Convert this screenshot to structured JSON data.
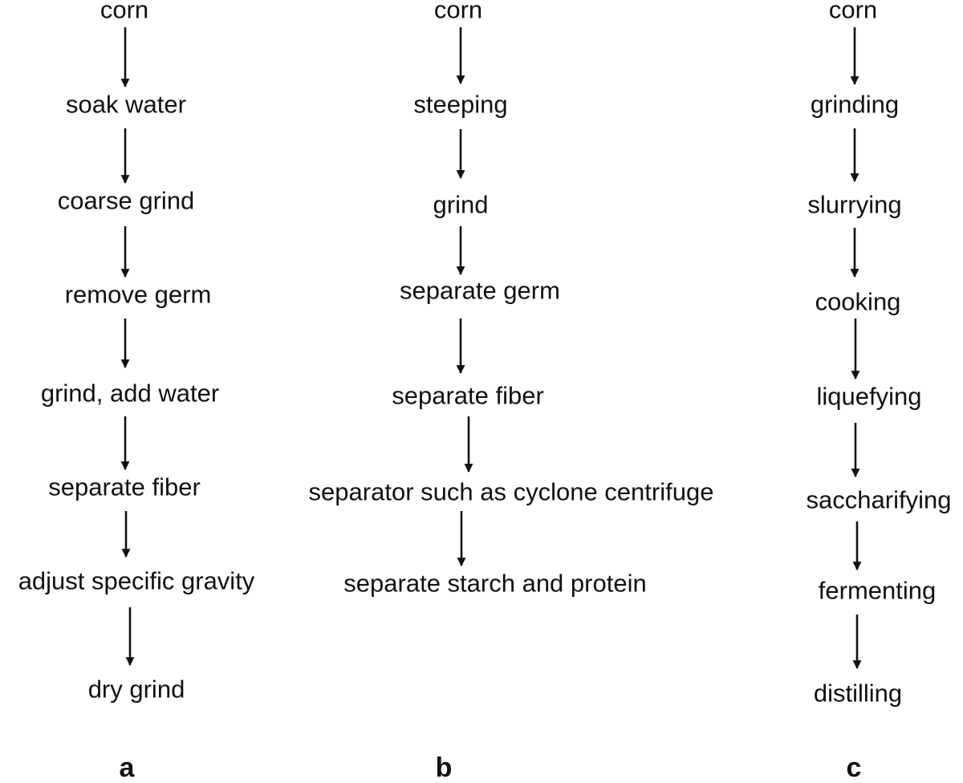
{
  "panels": [
    {
      "letter": "a",
      "steps": [
        "corn",
        "soak water",
        "coarse grind",
        "remove germ",
        "grind, add water",
        "separate fiber",
        "adjust specific gravity",
        "dry grind"
      ]
    },
    {
      "letter": "b",
      "steps": [
        "corn",
        "steeping",
        "grind",
        "separate germ",
        "separate fiber",
        "separator such as cyclone centrifuge",
        "separate starch and protein"
      ]
    },
    {
      "letter": "c",
      "steps": [
        "corn",
        "grinding",
        "slurrying",
        "cooking",
        "liquefying",
        "saccharifying",
        "fermenting",
        "distilling"
      ]
    }
  ]
}
